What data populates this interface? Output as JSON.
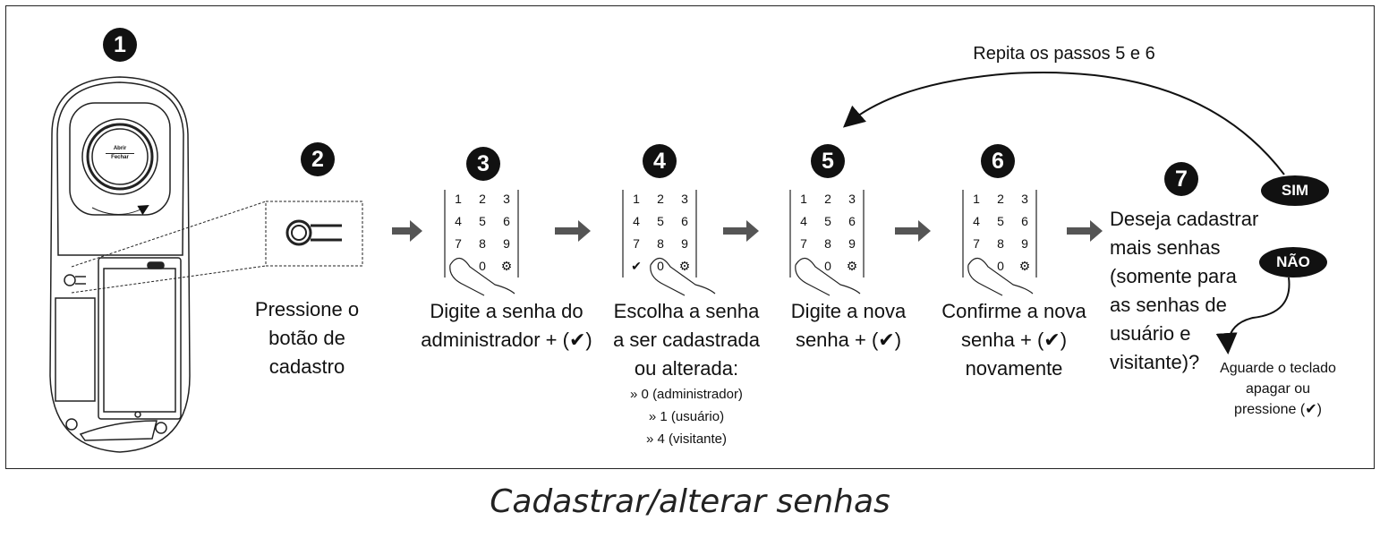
{
  "steps": [
    {
      "number": "1"
    },
    {
      "number": "2",
      "lines": [
        "Pressione o",
        "botão de",
        "cadastro"
      ]
    },
    {
      "number": "3",
      "lines": [
        "Digite a senha do",
        "administrador + (✔)"
      ]
    },
    {
      "number": "4",
      "lines": [
        "Escolha a senha",
        "a ser cadastrada",
        "ou alterada:"
      ],
      "options": [
        "» 0 (administrador)",
        "» 1 (usuário)",
        "» 4 (visitante)"
      ]
    },
    {
      "number": "5",
      "lines": [
        "Digite a nova",
        "senha + (✔)"
      ]
    },
    {
      "number": "6",
      "lines": [
        "Confirme a nova",
        "senha + (✔)",
        "novamente"
      ]
    },
    {
      "number": "7",
      "lines": [
        "Deseja cadastrar",
        "mais senhas",
        "(somente para",
        "as senhas de",
        "usuário e",
        "visitante)?"
      ]
    }
  ],
  "device": {
    "knob_top": "Abrir",
    "knob_bottom": "Fechar"
  },
  "keypad": {
    "keys": [
      "1",
      "2",
      "3",
      "4",
      "5",
      "6",
      "7",
      "8",
      "9",
      "✔",
      "0",
      "⚙"
    ]
  },
  "branch": {
    "yes": "SIM",
    "no": "NÃO",
    "repeat": "Repita os passos 5 e 6",
    "no_lines": [
      "Aguarde o teclado",
      "apagar ou",
      "pressione (✔)"
    ]
  },
  "caption": "Cadastrar/alterar senhas"
}
